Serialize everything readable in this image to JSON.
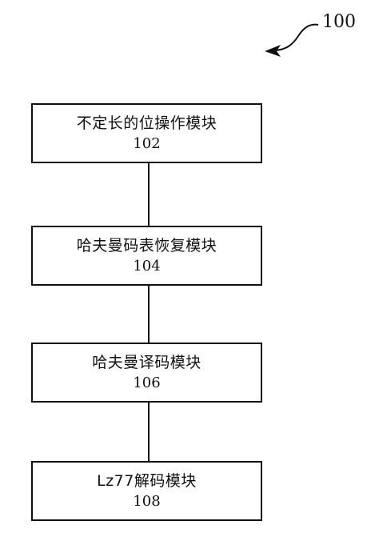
{
  "figure": {
    "reference_number": "100"
  },
  "modules": [
    {
      "name": "不定长的位操作模块",
      "number": "102"
    },
    {
      "name": "哈夫曼码表恢复模块",
      "number": "104"
    },
    {
      "name": "哈夫曼译码模块",
      "number": "106"
    },
    {
      "name": "Lz77解码模块",
      "number": "108"
    }
  ]
}
